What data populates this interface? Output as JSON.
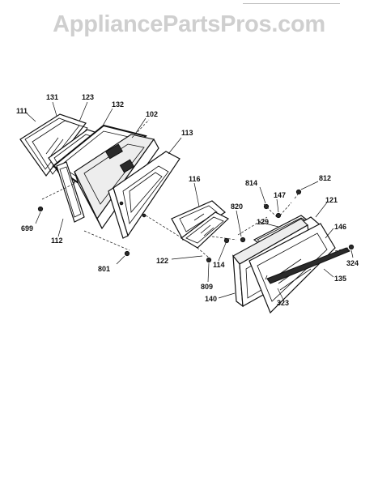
{
  "watermark": "AppliancePartsPros.com",
  "diagram": {
    "callouts": {
      "c111": "111",
      "c131": "131",
      "c123": "123",
      "c132": "132",
      "c102": "102",
      "c113": "113",
      "c699": "699",
      "c112": "112",
      "c801": "801",
      "c116": "116",
      "c122": "122",
      "c114": "114",
      "c820": "820",
      "c809": "809",
      "c814": "814",
      "c147": "147",
      "c812": "812",
      "c129": "129",
      "c121": "121",
      "c146": "146",
      "c324": "324",
      "c135": "135",
      "c140": "140",
      "c323": "323"
    }
  }
}
